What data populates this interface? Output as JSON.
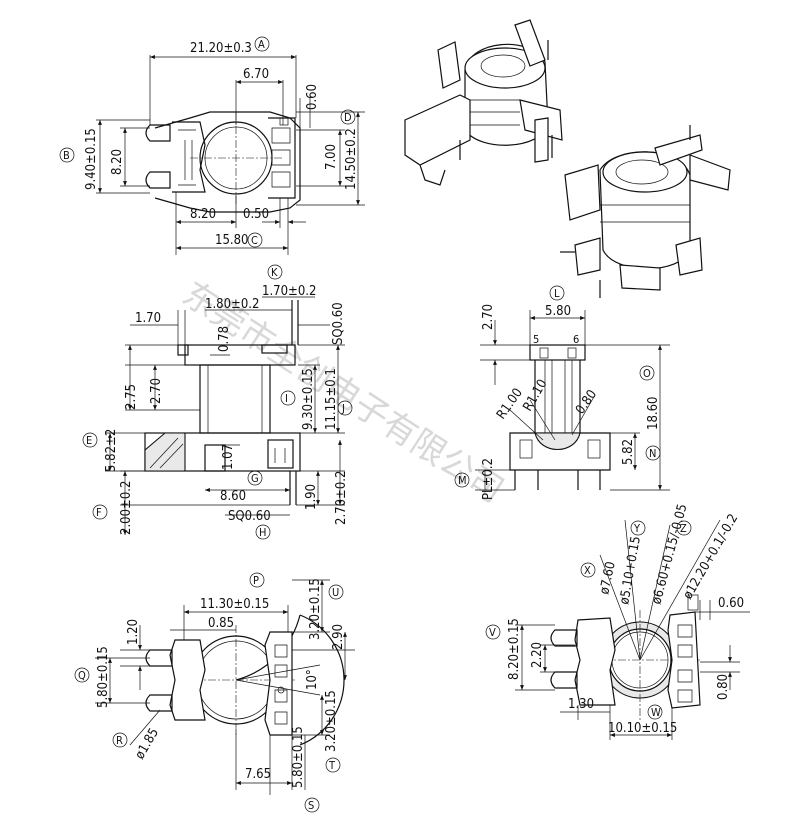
{
  "watermark": "东莞市全创电子有限公司",
  "top_view": {
    "dim_overall_width": "21.20±0.3",
    "dim_pin_span": "6.70",
    "dim_small": "0.60",
    "dim_total_height": "14.50±0.2",
    "dim_inner": "7.00",
    "dim_left_height": "9.40±0.15",
    "dim_left_inner": "8.20",
    "dim_bottom_left": "8.20",
    "dim_bottom_small": "0.50",
    "dim_bottom_overall": "15.80",
    "labels": {
      "a": "A",
      "b": "B",
      "c": "C",
      "d": "D"
    }
  },
  "side_view": {
    "dim_top_k": "1.70±0.2",
    "dim_top_18": "1.80±0.2",
    "dim_170": "1.70",
    "dim_078": "0.78",
    "dim_sq060_top": "SQ0.60",
    "dim_275": "2.75",
    "dim_270": "2.70",
    "dim_930": "9.30±0.15",
    "dim_1115": "11.15±0.1",
    "dim_582": "5.82±2",
    "dim_107": "1.07",
    "dim_860": "8.60",
    "dim_200": "2.00±0.2",
    "dim_190": "1.90",
    "dim_270b": "2.70±0.2",
    "dim_sq060_bottom": "SQ0.60",
    "labels": {
      "e": "E",
      "f": "F",
      "g": "G",
      "h": "H",
      "i": "I",
      "j": "J",
      "k": "K"
    }
  },
  "front_view": {
    "dim_270": "2.70",
    "dim_580": "5.80",
    "dim_1860": "18.60",
    "dim_582": "5.82",
    "dim_r100": "R1.00",
    "dim_r110": "R1.10",
    "dim_080": "0.80",
    "dim_pl": "PL±0.2",
    "pin_label_5": "5",
    "pin_label_6": "6",
    "labels": {
      "l": "L",
      "m": "M",
      "n": "N",
      "o": "O"
    }
  },
  "bottom_view": {
    "dim_1130": "11.30±0.15",
    "dim_085": "0.85",
    "dim_120": "1.20",
    "dim_320_top": "3.20±0.15",
    "dim_290": "2.90",
    "dim_angle": "10°",
    "dim_580_left": "5.80±0.15",
    "dim_185": "ø1.85",
    "dim_320_bottom": "3.20±0.15",
    "dim_765": "7.65",
    "dim_580_bottom": "5.80±0.15",
    "labels": {
      "p": "P",
      "q": "Q",
      "r": "R",
      "s": "S",
      "t": "T",
      "u": "U"
    }
  },
  "section_view": {
    "dim_760": "ø7.60",
    "dim_510": "ø5.10+0.15",
    "dim_660": "ø6.60+0.15/-0.05",
    "dim_1220": "ø12.20+0.1/-0.2",
    "dim_060": "0.60",
    "dim_820": "8.20±0.15",
    "dim_220": "2.20",
    "dim_080": "0.80",
    "dim_130": "1.30",
    "dim_1010": "10.10±0.15",
    "labels": {
      "v": "V",
      "w": "W",
      "x": "X",
      "y": "Y",
      "z": "Z"
    }
  }
}
